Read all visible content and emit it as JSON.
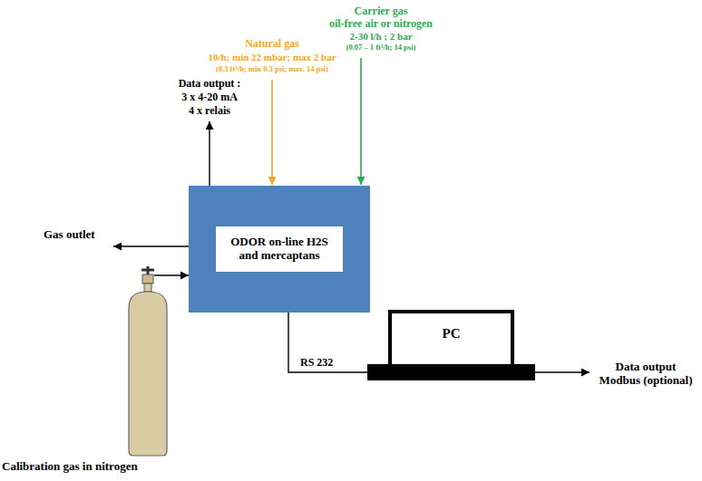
{
  "diagram": {
    "nodes": [
      {
        "text": [
          "ODOR on-line H2S and mercaptans"
        ]
      },
      {
        "text": [
          "PC"
        ]
      },
      {
        "text": [
          "Calibration gas in nitrogen"
        ]
      }
    ],
    "edges": [
      {
        "from": 0,
        "to": 1,
        "label": "RS 232",
        "arrow": "none"
      },
      {
        "from": 2,
        "to": 0,
        "arrow": "to"
      }
    ],
    "labels": [
      "Natural gas",
      "10/h; min 22 mbar; max 2 bar",
      "(0.3 ft³/h; min 0.3 psi; max. 14 psi)",
      "Carrier gas",
      "oil-free air or nitrogen",
      "2-30 l/h ; 2 bar",
      "(0.07 – 1 ft³/h; 14 psi)",
      "Data output :",
      "3 x 4-20 mA",
      "4 x relais",
      "Gas outlet",
      "Data output Modbus (optional)"
    ]
  }
}
